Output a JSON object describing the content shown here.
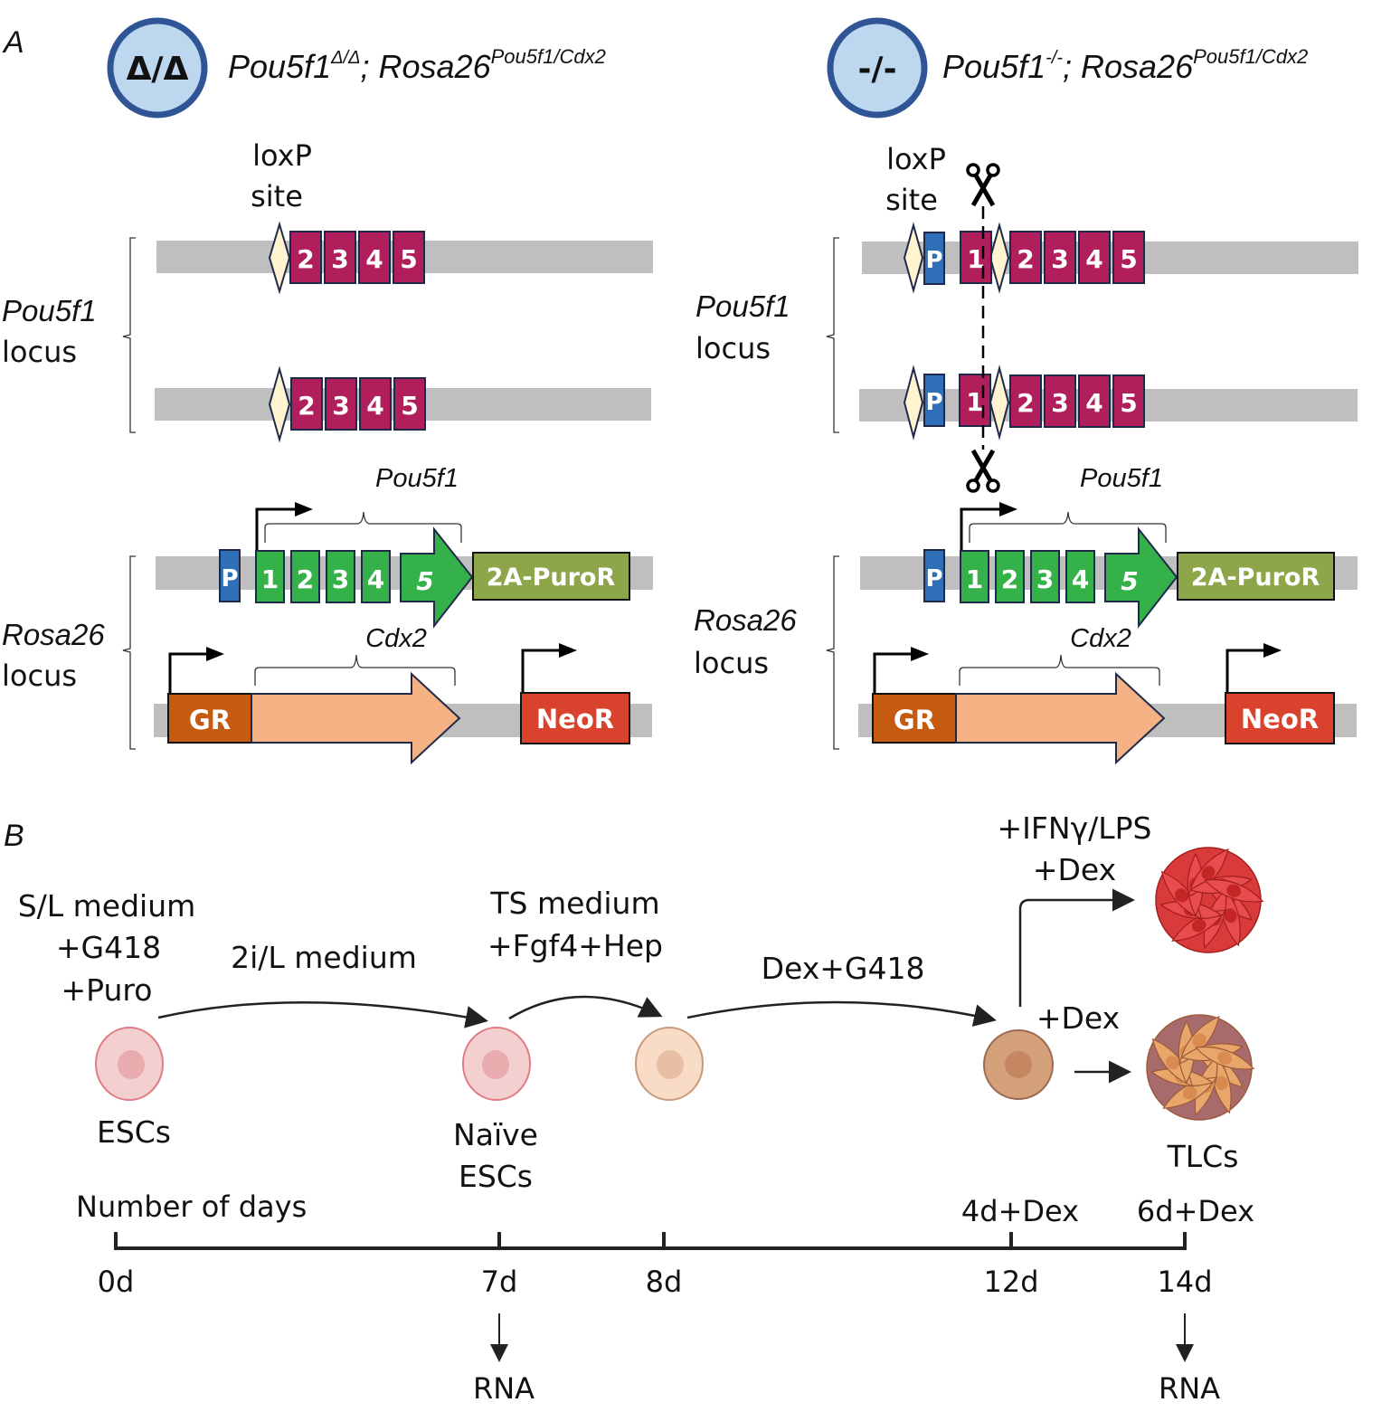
{
  "panel_a": {
    "label": "A",
    "left": {
      "badge": "Δ/Δ",
      "genotype_main": "Pou5f1",
      "genotype_sup1": "Δ/Δ",
      "genotype_mid": "; Rosa26",
      "genotype_sup2": "Pou5f1/Cdx2",
      "loxp_line1": "loxP",
      "loxp_line2": "site",
      "pou5f1_locus_line1": "Pou5f1",
      "pou5f1_locus_line2": "locus",
      "rosa26_locus_line1": "Rosa26",
      "rosa26_locus_line2": "locus",
      "exons_deleted": [
        "2",
        "3",
        "4",
        "5"
      ]
    },
    "right": {
      "badge": "-/-",
      "genotype_main": "Pou5f1",
      "genotype_sup1": "-/-",
      "genotype_mid": "; Rosa26",
      "genotype_sup2": "Pou5f1/Cdx2",
      "loxp_line1": "loxP",
      "loxp_line2": "site",
      "pou5f1_locus_line1": "Pou5f1",
      "pou5f1_locus_line2": "locus",
      "rosa26_locus_line1": "Rosa26",
      "rosa26_locus_line2": "locus",
      "promoter": "P",
      "exons_floxed": [
        "1",
        "2",
        "3",
        "4",
        "5"
      ]
    },
    "transgene": {
      "promoter": "P",
      "pou5f1_label": "Pou5f1",
      "pou5f1_exons": [
        "1",
        "2",
        "3",
        "4",
        "5"
      ],
      "puro": "2A-PuroR",
      "cdx2_label": "Cdx2",
      "gr": "GR",
      "neo": "NeoR"
    }
  },
  "panel_b": {
    "label": "B",
    "steps": {
      "sl_medium": [
        "S/L medium",
        "+G418",
        "+Puro"
      ],
      "two_i_medium": "2i/L medium",
      "ts_medium": [
        "TS medium",
        "+Fgf4+Hep"
      ],
      "dex_g418": "Dex+G418",
      "ifn_branch": [
        "+IFNγ/LPS",
        "+Dex"
      ],
      "dex_branch": "+Dex"
    },
    "cells": {
      "escs": "ESCs",
      "naive": [
        "Naïve",
        "ESCs"
      ],
      "tlcs": "TLCs"
    },
    "timeline": {
      "title": "Number of days",
      "ticks": [
        "0d",
        "7d",
        "8d",
        "12d",
        "14d"
      ],
      "annotations": [
        "4d+Dex",
        "6d+Dex"
      ],
      "rna": [
        "RNA",
        "RNA"
      ]
    }
  }
}
